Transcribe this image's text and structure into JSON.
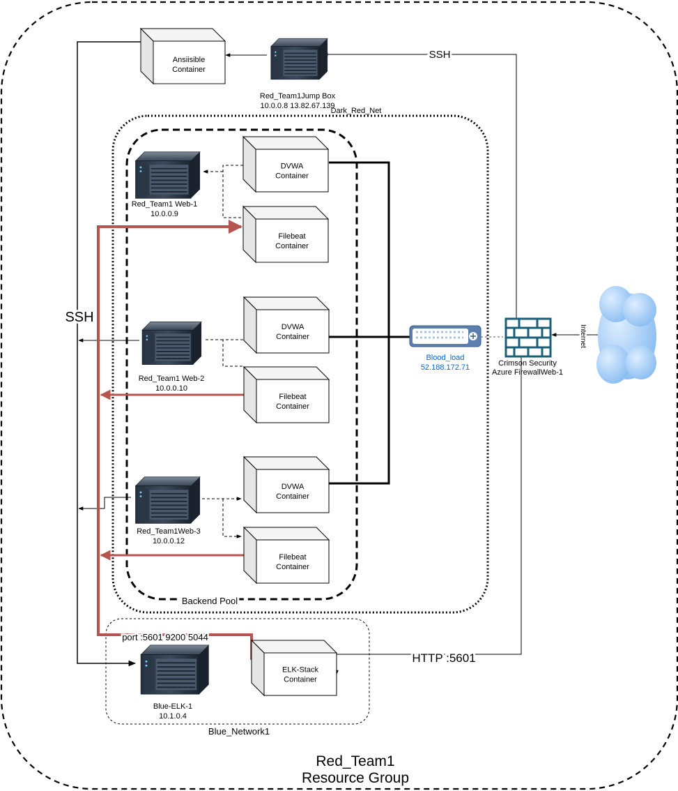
{
  "resource_group": {
    "line1": "Red_Team1",
    "line2": "Resource Group"
  },
  "ansible": {
    "line1": "Ansiisible",
    "line2": "Container"
  },
  "jumpbox": {
    "name": "Red_Team1Jump Box",
    "ips": "10.0.0.8 13.82.67.139"
  },
  "dark_red_net": {
    "label": "Dark_Red_Net"
  },
  "backend_pool": {
    "label": "Backend Pool"
  },
  "blue_network": {
    "label": "Blue_Network1"
  },
  "ssh_left": "SSH",
  "ssh_top": "SSH",
  "http_label": "HTTP :5601",
  "port_label": "port :5601 9200 5044",
  "internet_label": "Internet",
  "web1": {
    "name": "Red_Team1 Web-1",
    "ip": "10.0.0.9"
  },
  "web2": {
    "name": "Red_Team1 Web-2",
    "ip": "10.0.0.10"
  },
  "web3": {
    "name": "Red_Team1Web-3",
    "ip": "10.0.0.12"
  },
  "dvwa": {
    "line1": "DVWA",
    "line2": "Container"
  },
  "filebeat": {
    "line1": "Filebeat",
    "line2": "Container"
  },
  "load_balancer": {
    "name": "Blood_load",
    "ip": "52.188.172.71"
  },
  "firewall": {
    "line1": "Crimson Security",
    "line2": "Azure FirewallWeb-1"
  },
  "elk_server": {
    "name": "Blue-ELK-1",
    "ip": "10.1.0.4"
  },
  "elk_container": {
    "line1": "ELK-Stack",
    "line2": "Container"
  },
  "colors": {
    "red_line": "#b85450",
    "blue_text": "#0066cc",
    "cloud_fill": "#99ccff",
    "server_body": "#1f2b38"
  }
}
